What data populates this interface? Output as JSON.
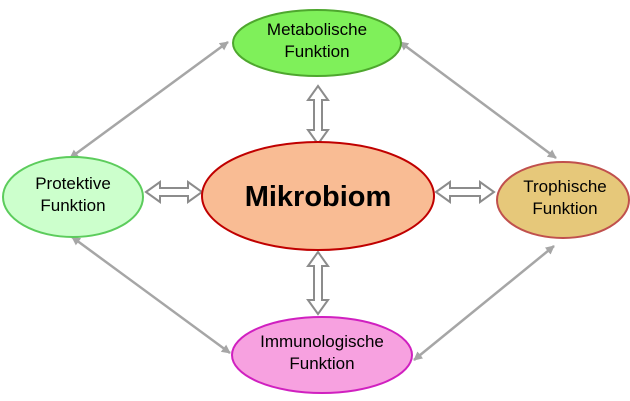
{
  "diagram": {
    "center": {
      "line1": "Mikrobiom",
      "fill": "#f9bc94",
      "stroke": "#c00000"
    },
    "top": {
      "line1": "Metabolische",
      "line2": "Funktion",
      "fill": "#7ff05a",
      "stroke": "#4ea72e"
    },
    "left": {
      "line1": "Protektive",
      "line2": "Funktion",
      "fill": "#ccffcc",
      "stroke": "#5ccc5c"
    },
    "right": {
      "line1": "Trophische",
      "line2": "Funktion",
      "fill": "#e6c87a",
      "stroke": "#c0504d"
    },
    "bottom": {
      "line1": "Immunologische",
      "line2": "Funktion",
      "fill": "#f7a1e0",
      "stroke": "#d020c0"
    },
    "colors": {
      "thin_arrow": "#a6a6a6",
      "block_arrow_outline": "#8c8c8c",
      "block_arrow_fill": "#ffffff"
    }
  }
}
